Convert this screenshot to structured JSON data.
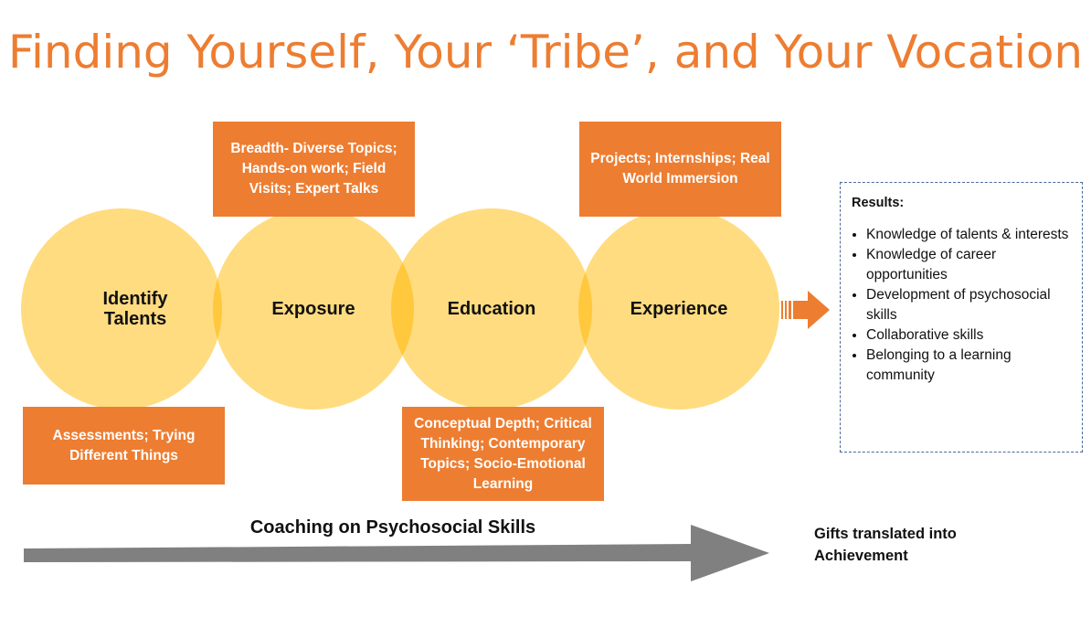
{
  "title": "Finding Yourself, Your ‘Tribe’, and Your Vocation",
  "circles": [
    {
      "label": "Identify Talents"
    },
    {
      "label": "Exposure"
    },
    {
      "label": "Education"
    },
    {
      "label": "Experience"
    }
  ],
  "boxes": {
    "exposure": "Breadth- Diverse Topics; Hands-on work; Field Visits; Expert Talks",
    "experience": "Projects; Internships; Real World Immersion",
    "identify": "Assessments; Trying Different Things",
    "education": "Conceptual Depth; Critical Thinking; Contemporary Topics; Socio-Emotional Learning"
  },
  "results": {
    "heading": "Results:",
    "items": [
      "Knowledge of talents & interests",
      "Knowledge of career opportunities",
      "Development of psychosocial skills",
      "Collaborative skills",
      "Belonging to a learning community"
    ]
  },
  "coaching": "Coaching on Psychosocial Skills",
  "gifts": "Gifts translated into Achievement",
  "colors": {
    "circle": "#FFDC80",
    "overlap": "#FFC83D",
    "orange": "#ED7D31",
    "gray_arrow": "#808080"
  }
}
